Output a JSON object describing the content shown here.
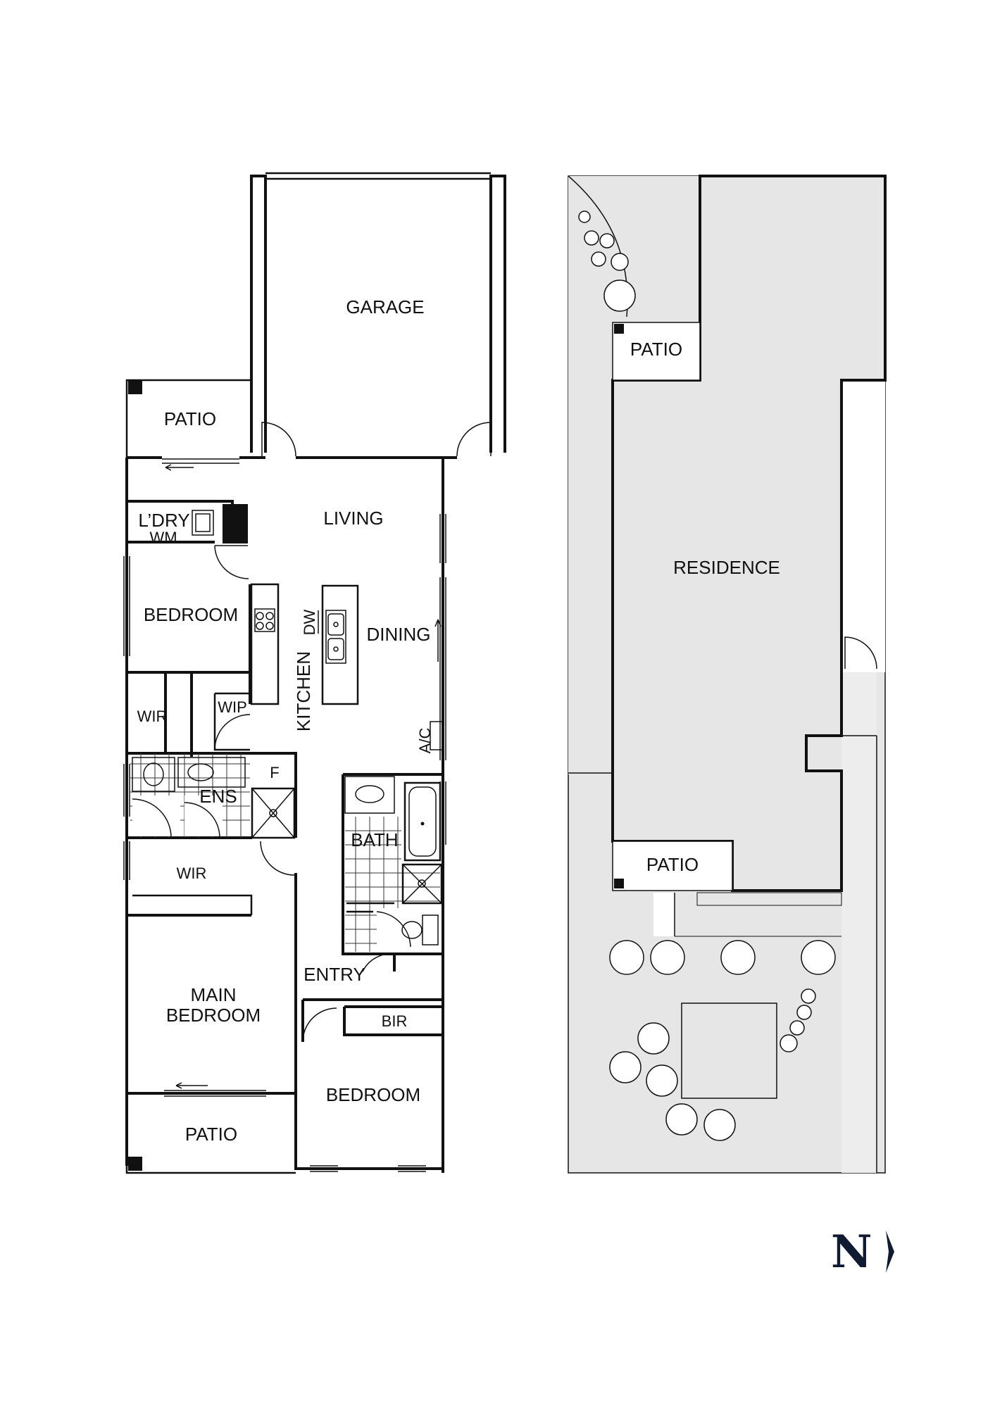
{
  "floor_plan": {
    "rooms": {
      "garage": "GARAGE",
      "patio_top": "PATIO",
      "living": "LIVING",
      "laundry": "L’DRY",
      "washing_machine": "WM",
      "bedroom_upper": "BEDROOM",
      "dishwasher": "DW",
      "dining": "DINING",
      "kitchen": "KITCHEN",
      "wir_upper": "WIR",
      "wip": "WIP",
      "air_con": "A/C",
      "fridge": "F",
      "ensuite": "ENS",
      "bath": "BATH",
      "wir_lower": "WIR",
      "entry": "ENTRY",
      "main_bedroom_line1": "MAIN",
      "main_bedroom_line2": "BEDROOM",
      "bir": "BIR",
      "bedroom_lower": "BEDROOM",
      "patio_bottom": "PATIO"
    }
  },
  "site_plan": {
    "patio_top": "PATIO",
    "residence": "RESIDENCE",
    "patio_bottom": "PATIO"
  },
  "north_label": "N",
  "colors": {
    "site_fill": "#e6e6e6",
    "line": "#111111",
    "north_mark": "#0f1a33"
  }
}
